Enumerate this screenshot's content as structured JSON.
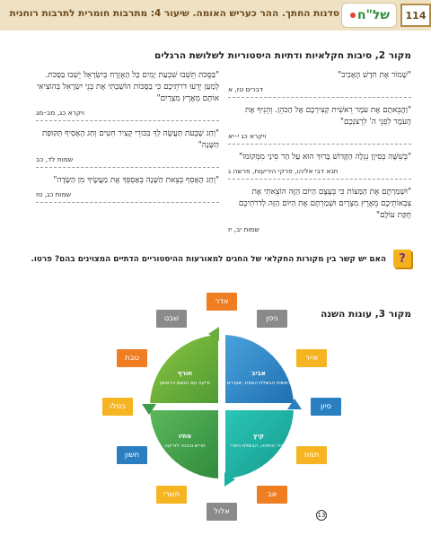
{
  "header": {
    "page_number": "114",
    "logo": "של\"ח",
    "title": "סדנות החתך. ההר כעריש האומה. שיעור 4: מתרבות חומרית לתרבות רוחנית"
  },
  "source2": {
    "title": "מקור 2, סיבות חקלאיות ודתיות היסטוריות לשלושת הרגלים",
    "right_column": [
      {
        "quote": "\"שָׁמוֹר אֶת חֹדֶשׁ הָאָבִיב\"",
        "ref": "דברים טז, א"
      },
      {
        "quote": "\"וַהֲבֵאתֶם אֶת עֹמֶר רֵאשִׁית קְצִירְכֶם אֶל הַכֹּהֵן. וְהֵנִיף אֶת הָעֹמֶר לִפְנֵי ה' לִרְצֹנְכֶם\"",
        "ref": "ויקרא כג י–יא"
      },
      {
        "quote": "\"בְּשִׁשָּׁה בְּסִיוָן נִגְלָה הַקָּדוֹשׁ בָּרוּךְ הוּא עַל הַר סִינַי מִמְּקוֹמוֹ\"",
        "ref": "תנא דבי אליהו, פרקי היריעות, פרשה ג"
      },
      {
        "quote": "\"וּשְׁמַרְתֶּם אֶת הַמַּצּוֹת כִּי בְּעֶצֶם הַיּוֹם הַזֶּה הוֹצֵאתִי אֶת צִבְאוֹתֵיכֶם מֵאֶרֶץ מִצְרָיִם וּשְׁמַרְתֶּם אֶת הַיּוֹם הַזֶּה לְדֹרֹתֵיכֶם חֻקַּת עוֹלָם\"",
        "ref": "שמות יב, יז"
      }
    ],
    "left_column": [
      {
        "quote": "\"בַּסֻּכֹּת תֵּשְׁבוּ שִׁבְעַת יָמִים כָּל הָאֶזְרָח בְּיִשְׂרָאֵל יֵשְׁבוּ בַּסֻּכֹּת. לְמַעַן יֵדְעוּ דֹרֹתֵיכֶם כִּי בַסֻּכּוֹת הוֹשַׁבְתִּי אֶת בְּנֵי יִשְׂרָאֵל בְּהוֹצִיאִי אוֹתָם מֵאֶרֶץ מִצְרָיִם\"",
        "ref": "ויקרא כג, מב–מג"
      },
      {
        "quote": "\"וְחַג שָׁבֻעֹת תַּעֲשֶׂה לְךָ בִּכּוּרֵי קְצִיר חִטִּים וְחַג הָאָסִיף תְּקוּפַת הַשָּׁנָה\"",
        "ref": "שמות לד, כב"
      },
      {
        "quote": "\"וְחַג הָאָסִף בְּצֵאת הַשָּׁנָה בְּאָסְפְּךָ אֶת מַעֲשֶׂיךָ מִן הַשָּׂדֶה\"",
        "ref": "שמות כג, טז"
      }
    ]
  },
  "question": {
    "icon": "?",
    "text": "האם יש קשר בין מקורות החקלאי של החגים למאורעות ההיסטוריים הדתיים המצוינים בהם? פרטו."
  },
  "source3": {
    "title": "מקור 3, עונות השנה",
    "months": {
      "adar": "אדר",
      "nisan": "ניסן",
      "iyar": "אייר",
      "sivan": "סיון",
      "tammuz": "תמוז",
      "av": "אב",
      "elul": "אלול",
      "tishrei": "תשרי",
      "cheshvan": "חשון",
      "kislev": "כסלו",
      "tevet": "טבת",
      "shevat": "שבט"
    },
    "seasons": {
      "spring": {
        "name": "אביב",
        "desc": "ראשית הבשלת הצמח, שעורים"
      },
      "summer": {
        "name": "קיץ",
        "desc": "קציר החיטה, הבשלת הפרי"
      },
      "autumn": {
        "name": "סתיו",
        "desc": "חריש והכנה לזריעה"
      },
      "winter": {
        "name": "חורף",
        "desc": "זריעה עם הגשם הראשון"
      }
    },
    "colors": {
      "spring": "#2a7fc1",
      "summer": "#1bb3a6",
      "autumn": "#3f9b48",
      "winter": "#6aac3d"
    }
  },
  "footer": {
    "page_marker": "13"
  }
}
